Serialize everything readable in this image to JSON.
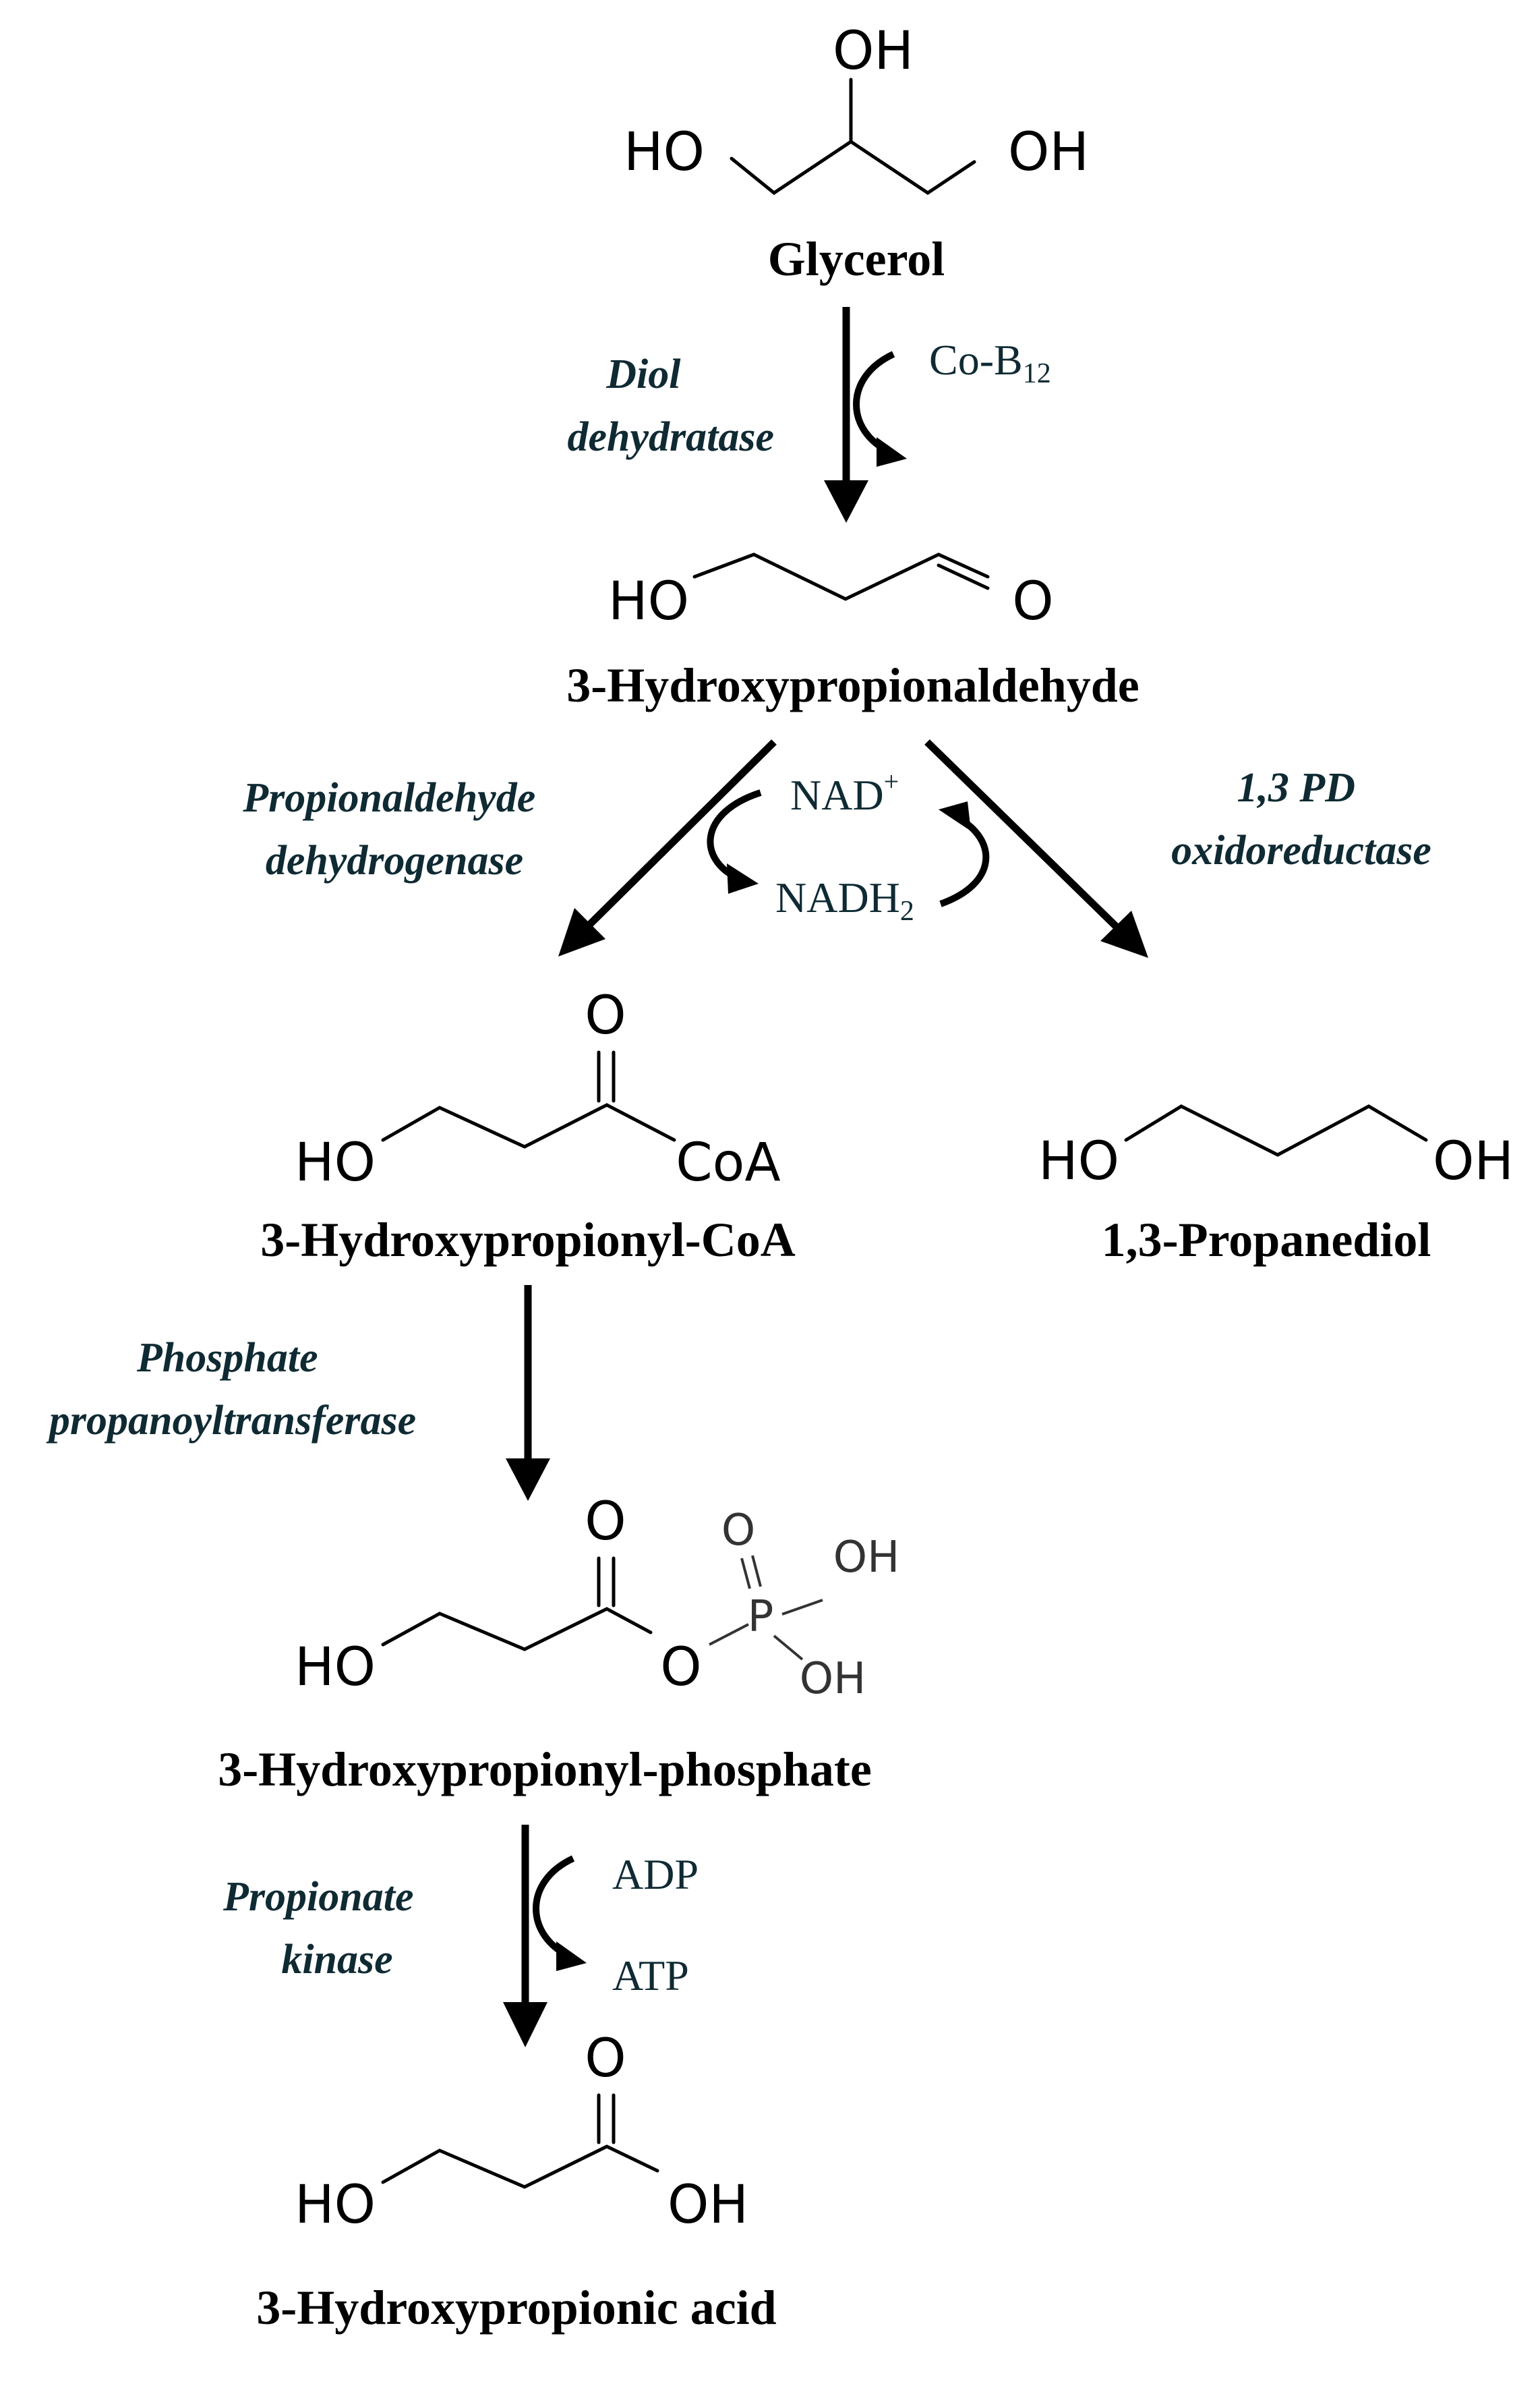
{
  "colors": {
    "compound": "#000000",
    "enzyme": "#0f2a33",
    "cofactor": "#0f2a33",
    "bond": "#000000"
  },
  "compounds": {
    "glycerol": {
      "name": "Glycerol",
      "atoms": {
        "oh_top": "OH",
        "ho_left": "HO",
        "oh_right": "OH"
      }
    },
    "hpa": {
      "name": "3-Hydroxypropionaldehyde",
      "atoms": {
        "ho": "HO",
        "o": "O"
      }
    },
    "hp_coa": {
      "name": "3-Hydroxypropionyl-CoA",
      "atoms": {
        "ho": "HO",
        "o": "O",
        "coa": "CoA"
      }
    },
    "pdo": {
      "name": "1,3-Propanediol",
      "atoms": {
        "ho": "HO",
        "oh": "OH"
      }
    },
    "hp_phosphate": {
      "name": "3-Hydroxypropionyl-phosphate",
      "atoms": {
        "ho": "HO",
        "o_carbonyl": "O",
        "o_ester": "O",
        "p": "P",
        "o_phos": "O",
        "oh_upper": "OH",
        "oh_lower": "OH"
      }
    },
    "hp_acid": {
      "name": "3-Hydroxypropionic acid",
      "atoms": {
        "ho": "HO",
        "o": "O",
        "oh": "OH"
      }
    }
  },
  "enzymes": {
    "diol_dehydratase": [
      "Diol",
      "dehydratase"
    ],
    "propionaldehyde_dehydrogenase": [
      "Propionaldehyde",
      "dehydrogenase"
    ],
    "pd_oxidoreductase": [
      "1,3 PD",
      "oxidoreductase"
    ],
    "phosphate_propanoyltransferase": [
      "Phosphate",
      "propanoyltransferase"
    ],
    "propionate_kinase": [
      "Propionate",
      "kinase"
    ]
  },
  "cofactors": {
    "co_b12": {
      "base": "Co-B",
      "sub": "12"
    },
    "nad": {
      "base": "NAD",
      "sup": "+"
    },
    "nadh2": {
      "base": "NADH",
      "sub": "2"
    },
    "adp": "ADP",
    "atp": "ATP"
  }
}
